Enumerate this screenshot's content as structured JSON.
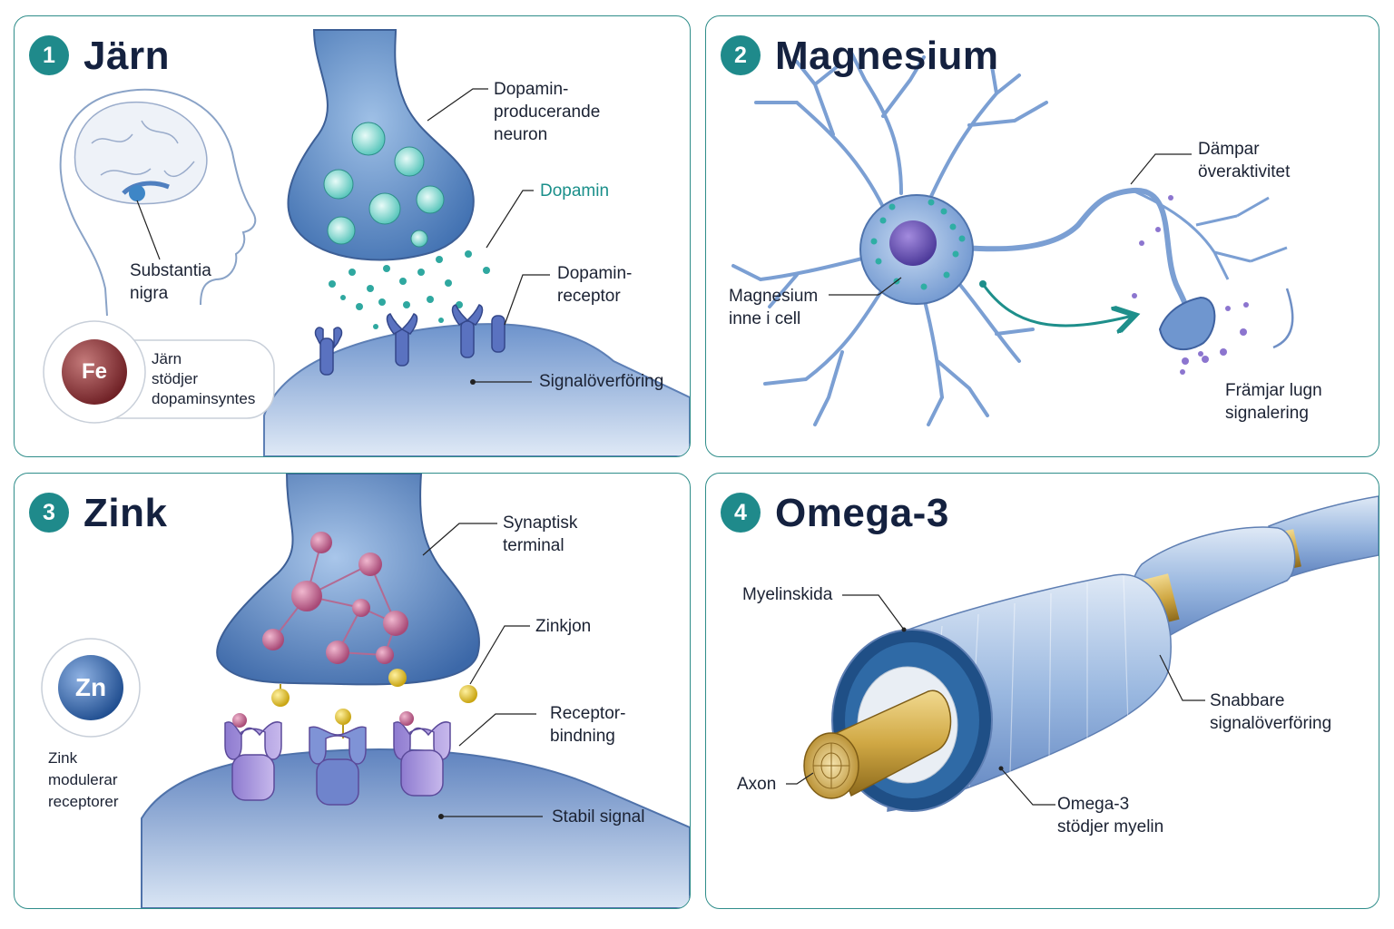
{
  "colors": {
    "accent": "#1f8a8b",
    "title": "#14213f",
    "border": "#2f8d8a"
  },
  "panels": [
    {
      "number": "1",
      "title": "Järn",
      "labels": {
        "substantia": "Substantia\nnigra",
        "neuron": "Dopamin-\nproducerande\nneuron",
        "dopamin": "Dopamin",
        "receptor": "Dopamin-\nreceptor",
        "signal": "Signalöverföring",
        "element_symbol": "Fe",
        "element_note": "Järn\nstödjer\ndopaminsyntes"
      }
    },
    {
      "number": "2",
      "title": "Magnesium",
      "labels": {
        "dampar": "Dämpar\növeraktivitet",
        "inside": "Magnesium\ninne i cell",
        "calm": "Främjar lugn\nsignalering"
      }
    },
    {
      "number": "3",
      "title": "Zink",
      "labels": {
        "terminal": "Synaptisk\nterminal",
        "ion": "Zinkjon",
        "binding": "Receptor-\nbindning",
        "stable": "Stabil signal",
        "element_symbol": "Zn",
        "element_note": "Zink\nmodulerar\nreceptorer"
      }
    },
    {
      "number": "4",
      "title": "Omega-3",
      "labels": {
        "myelin": "Myelinskida",
        "fast": "Snabbare\nsignalöverföring",
        "axon": "Axon",
        "support": "Omega-3\nstödjer myelin"
      }
    }
  ]
}
